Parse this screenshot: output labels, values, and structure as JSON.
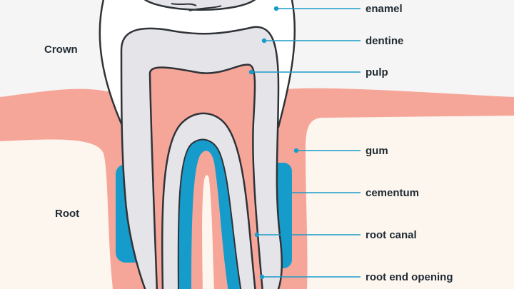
{
  "side_labels": {
    "crown": "Crown",
    "root": "Root"
  },
  "labels": [
    {
      "id": "enamel",
      "text": "enamel"
    },
    {
      "id": "dentine",
      "text": "dentine"
    },
    {
      "id": "pulp",
      "text": "pulp"
    },
    {
      "id": "gum",
      "text": "gum"
    },
    {
      "id": "cementum",
      "text": "cementum"
    },
    {
      "id": "root-canal",
      "text": "root canal"
    },
    {
      "id": "root-end-opening",
      "text": "root end opening"
    }
  ],
  "colors": {
    "gum": "#f6a699",
    "cementum": "#169ccb",
    "dentine": "#e4e4e9",
    "enamel": "#ffffff",
    "bone": "#fdf6ef",
    "leader": "#1a9cc8",
    "outline": "#2f3338"
  }
}
